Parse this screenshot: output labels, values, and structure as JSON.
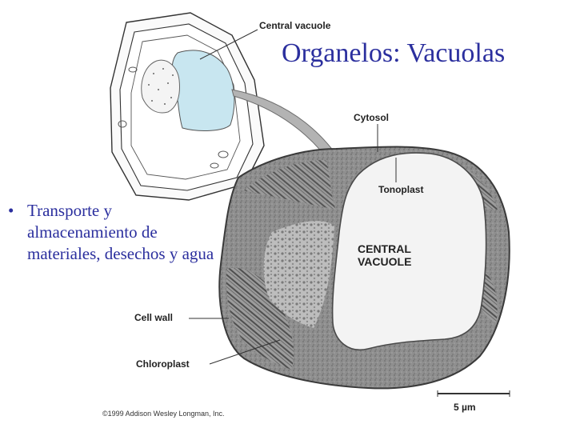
{
  "slide": {
    "title": "Organelos: Vacuolas",
    "bullet_marker": "•",
    "bullet_text": "Transporte y almacenamiento de materiales, desechos y agua"
  },
  "figure": {
    "labels": {
      "central_vacuole": "Central vacuole",
      "cytosol": "Cytosol",
      "tonoplast": "Tonoplast",
      "central_vacuole_caps": "CENTRAL VACUOLE",
      "cell_wall": "Cell wall",
      "chloroplast": "Chloroplast",
      "scale": "5 µm"
    },
    "copyright": "©1999 Addison Wesley Longman, Inc."
  },
  "colors": {
    "text_blue": "#2b2f9e",
    "vacuole_blue": "#c8e6f0",
    "micrograph_gray": "#8a8a8a"
  }
}
